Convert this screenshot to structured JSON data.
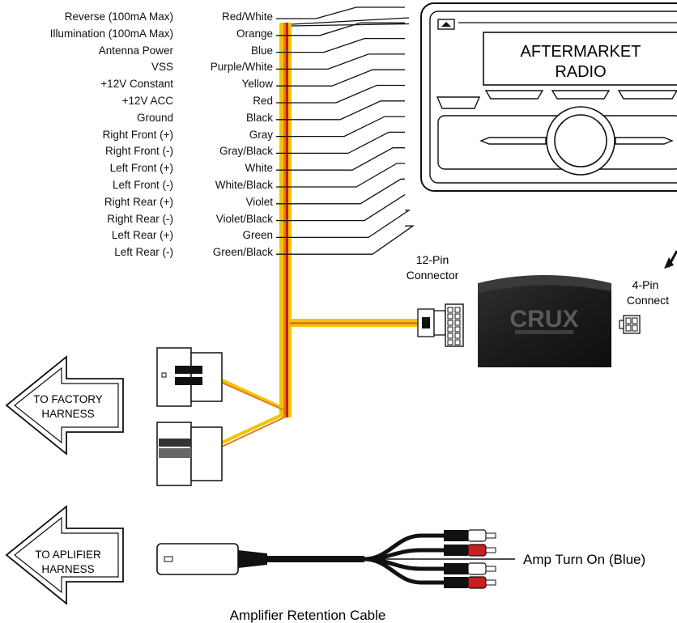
{
  "wire_rows": [
    {
      "function": "Reverse (100mA Max)",
      "color": "Red/White"
    },
    {
      "function": "Illumination (100mA Max)",
      "color": "Orange"
    },
    {
      "function": "Antenna Power",
      "color": "Blue"
    },
    {
      "function": "VSS",
      "color": "Purple/White"
    },
    {
      "function": "+12V Constant",
      "color": "Yellow"
    },
    {
      "function": "+12V ACC",
      "color": "Red"
    },
    {
      "function": "Ground",
      "color": "Black"
    },
    {
      "function": "Right Front (+)",
      "color": "Gray"
    },
    {
      "function": "Right Front (-)",
      "color": "Gray/Black"
    },
    {
      "function": "Left Front (+)",
      "color": "White"
    },
    {
      "function": "Left Front (-)",
      "color": "White/Black"
    },
    {
      "function": "Right Rear (+)",
      "color": "Violet"
    },
    {
      "function": "Right Rear (-)",
      "color": "Violet/Black"
    },
    {
      "function": "Left Rear (+)",
      "color": "Green"
    },
    {
      "function": "Left Rear (-)",
      "color": "Green/Black"
    }
  ],
  "radio": {
    "line1": "AFTERMARKET",
    "line2": "RADIO"
  },
  "connectors": {
    "pin12_line1": "12-Pin",
    "pin12_line2": "Connector",
    "pin4_line1": "4-Pin",
    "pin4_line2": "Connect"
  },
  "module": {
    "brand": "CRUX"
  },
  "arrows": {
    "factory_line1": "TO FACTORY",
    "factory_line2": "HARNESS",
    "amp_line1": "TO APLIFIER",
    "amp_line2": "HARNESS"
  },
  "amp_turn_on": "Amp Turn On (Blue)",
  "cable_caption": "Amplifier Retention Cable",
  "colors": {
    "line": "#111111",
    "harness_yellow": "#f2c400",
    "harness_orange": "#e07a1a",
    "harness_red": "#c81e1e",
    "module_dark": "#1a1a1a"
  }
}
